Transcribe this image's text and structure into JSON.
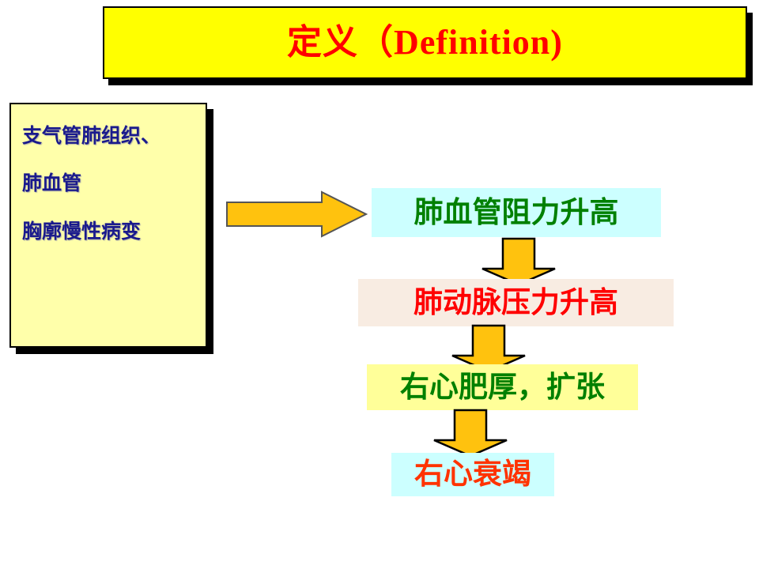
{
  "slide": {
    "title": "定义（Definition)",
    "title_colors": {
      "background": "#ffff00",
      "text": "#ff0000",
      "border": "#000000"
    }
  },
  "left_panel": {
    "name": "cause-list",
    "background": "#ffffaa",
    "text_color": "#1a1a8c",
    "lines": [
      "支气管肺组织、",
      "肺血管",
      "胸廓慢性病变"
    ]
  },
  "flow": {
    "horizontal_arrow": {
      "icon": "block-arrow-right-icon",
      "fill": "#ffc20e"
    },
    "steps": [
      {
        "label": "肺血管阻力升高",
        "background": "#ccffff",
        "text_color": "#008000"
      },
      {
        "label": "肺动脉压力升高",
        "background": "#f8ece2",
        "text_color": "#ff0000"
      },
      {
        "label": "右心肥厚，扩张",
        "background": "#ffff99",
        "text_color": "#008000"
      },
      {
        "label": "右心衰竭",
        "background": "#ccffff",
        "text_color": "#ff3300"
      }
    ],
    "down_arrows": [
      {
        "icon": "block-arrow-down-icon",
        "fill": "#ffc20e"
      },
      {
        "icon": "block-arrow-down-icon",
        "fill": "#ffc20e"
      },
      {
        "icon": "block-arrow-down-icon",
        "fill": "#ffc20e"
      }
    ]
  }
}
